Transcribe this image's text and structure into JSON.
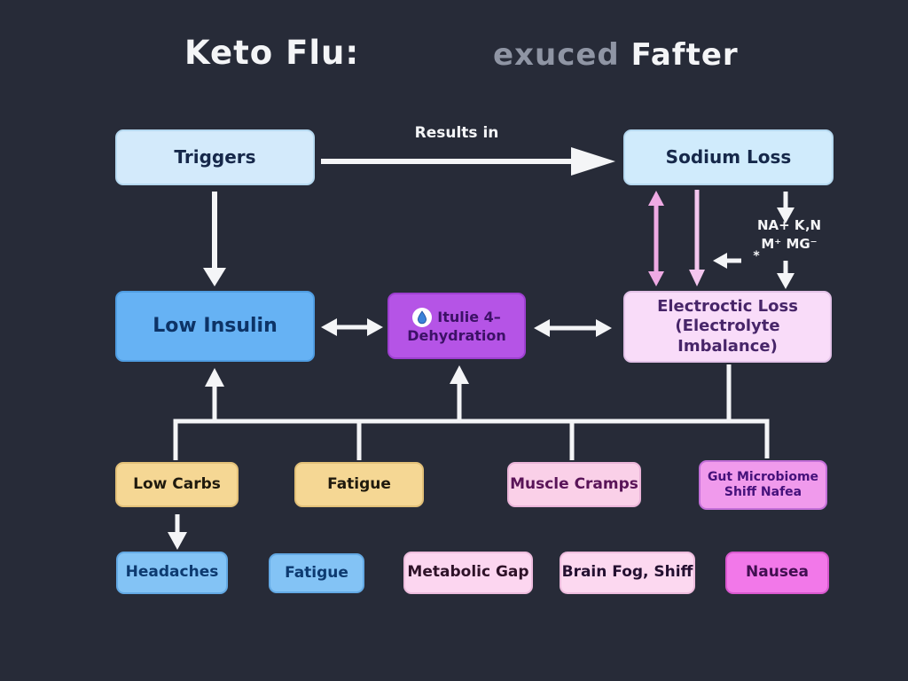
{
  "title": {
    "part1": "Keto Flu:",
    "part2_gray": "exuced",
    "part2_white": "Fafter"
  },
  "annotations": {
    "results_in": "Results in",
    "ion_line1": "NA+ K‚N",
    "ion_line2": "M⁺ MG⁻",
    "asterisk": "*"
  },
  "boxes": {
    "triggers": {
      "label": "Triggers"
    },
    "sodium_loss": {
      "label": "Sodium Loss"
    },
    "low_insulin": {
      "label": "Low Insulin"
    },
    "dehydration": {
      "line1": "Itulie 4–",
      "line2": "Dehydration",
      "icon": "water-drop-icon"
    },
    "electrolyte": {
      "line1": "Electroctic Loss",
      "line2": "(Electrolyte Imbalance)"
    },
    "low_carbs": {
      "label": "Low Carbs"
    },
    "fatigue_mid": {
      "label": "Fatigue"
    },
    "muscle_cramps": {
      "label": "Muscle Cramps"
    },
    "gut_microbiome": {
      "line1": "Gut Microbiome",
      "line2": "Shiff Nafea"
    },
    "headaches": {
      "label": "Headaches"
    },
    "fatigue_bottom": {
      "label": "Fatigue"
    },
    "metabolic_gap": {
      "label": "Metabolic Gap"
    },
    "brain_fog": {
      "label": "Brain Fog, Shiff"
    },
    "nausea": {
      "label": "Nausea"
    }
  },
  "colors": {
    "background": "#272b38",
    "white_arrow": "#f4f5f7",
    "pink_arrow_double": "#efaae4",
    "pink_arrow_single": "#f3c6ee",
    "light_blue_box": "#d3eafb",
    "medium_blue_box": "#66b2f4",
    "sky_blue_box": "#83c3f5",
    "purple_box": "#b554e6",
    "light_pink_box": "#f9dcf9",
    "yellow_box": "#f5d794",
    "pink_box": "#fad0e8",
    "magenta_box": "#f278e9",
    "bright_pink_box": "#f09aec"
  }
}
